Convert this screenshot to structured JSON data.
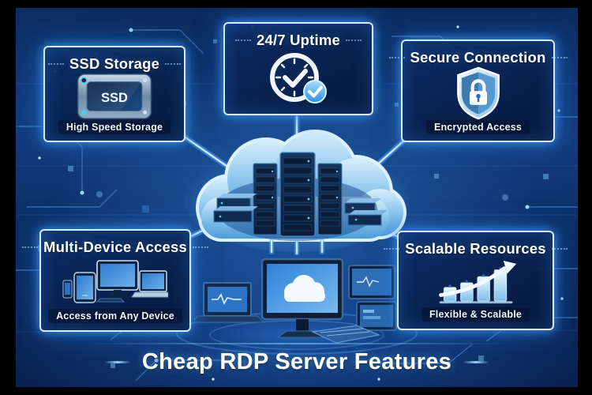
{
  "poster": {
    "main_title": "Cheap RDP Server Features"
  },
  "features": {
    "ssd": {
      "title": "SSD Storage",
      "subtitle": "High Speed Storage",
      "icon": "ssd-drive-icon",
      "drive_label": "SSD"
    },
    "uptime": {
      "title": "24/7 Uptime",
      "icon": "clock-check-icon"
    },
    "secure": {
      "title": "Secure Connection",
      "subtitle": "Encrypted Access",
      "icon": "shield-lock-icon"
    },
    "multidevice": {
      "title": "Multi-Device Access",
      "subtitle": "Access from Any Device",
      "icon": "multi-device-icon"
    },
    "scalable": {
      "title": "Scalable Resources",
      "subtitle": "Flexible & Scalable",
      "icon": "growth-bar-chart-icon"
    }
  },
  "illustrations": {
    "center": "cloud-hosting-servers-illustration",
    "bottom": "workstation-devices-cloud-illustration",
    "background": "circuit-board-pattern"
  },
  "colors": {
    "frame": "#000000",
    "background_top": "#0b2c60",
    "background_deep": "#092250",
    "circuit_blue": "#3fa9ff",
    "glow_cyan": "#59c8ff",
    "box_border": "#dcf2ff",
    "cloud_light": "#cfeafc",
    "text": "#ffffff"
  }
}
